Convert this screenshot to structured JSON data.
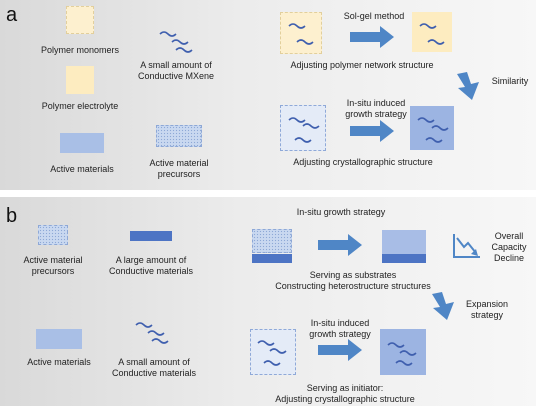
{
  "panel_a": {
    "label": "a",
    "polymer_monomers": "Polymer monomers",
    "small_mxene": [
      "A small amount of",
      "Conductive MXene"
    ],
    "polymer_electrolyte": "Polymer electrolyte",
    "active_materials": "Active materials",
    "active_material_precursors": [
      "Active material",
      "precursors"
    ],
    "sol_gel": "Sol-gel method",
    "adjusting_polymer": "Adjusting polymer network structure",
    "similarity": "Similarity",
    "in_situ_induced": [
      "In-situ induced",
      "growth strategy"
    ],
    "adjusting_crystallographic": "Adjusting crystallographic structure"
  },
  "panel_b": {
    "label": "b",
    "active_material_precursors": [
      "Active material",
      "precursors"
    ],
    "large_conductive": [
      "A large amount of",
      "Conductive materials"
    ],
    "in_situ_growth": "In-situ growth strategy",
    "overall_capacity": [
      "Overall",
      "Capacity",
      "Decline"
    ],
    "serving_substrates": [
      "Serving as substrates",
      "Constructing heterostructure structures"
    ],
    "expansion": [
      "Expansion",
      "strategy"
    ],
    "active_materials": "Active materials",
    "small_conductive": [
      "A small amount of",
      "Conductive materials"
    ],
    "in_situ_induced": [
      "In-situ induced",
      "growth strategy"
    ],
    "serving_initiator": [
      "Serving as initiator:",
      "Adjusting crystallographic structure"
    ]
  },
  "colors": {
    "arrow_blue": "#4f86c6",
    "wave_blue": "#3f5fae",
    "cream": "#fdecc0",
    "light_blue": "#a9bfe6",
    "dark_blue_bar": "#4d74c4"
  },
  "icons": [
    "mxene-wave-icon",
    "right-arrow-icon",
    "down-arrow-icon",
    "capacity-decline-icon"
  ]
}
